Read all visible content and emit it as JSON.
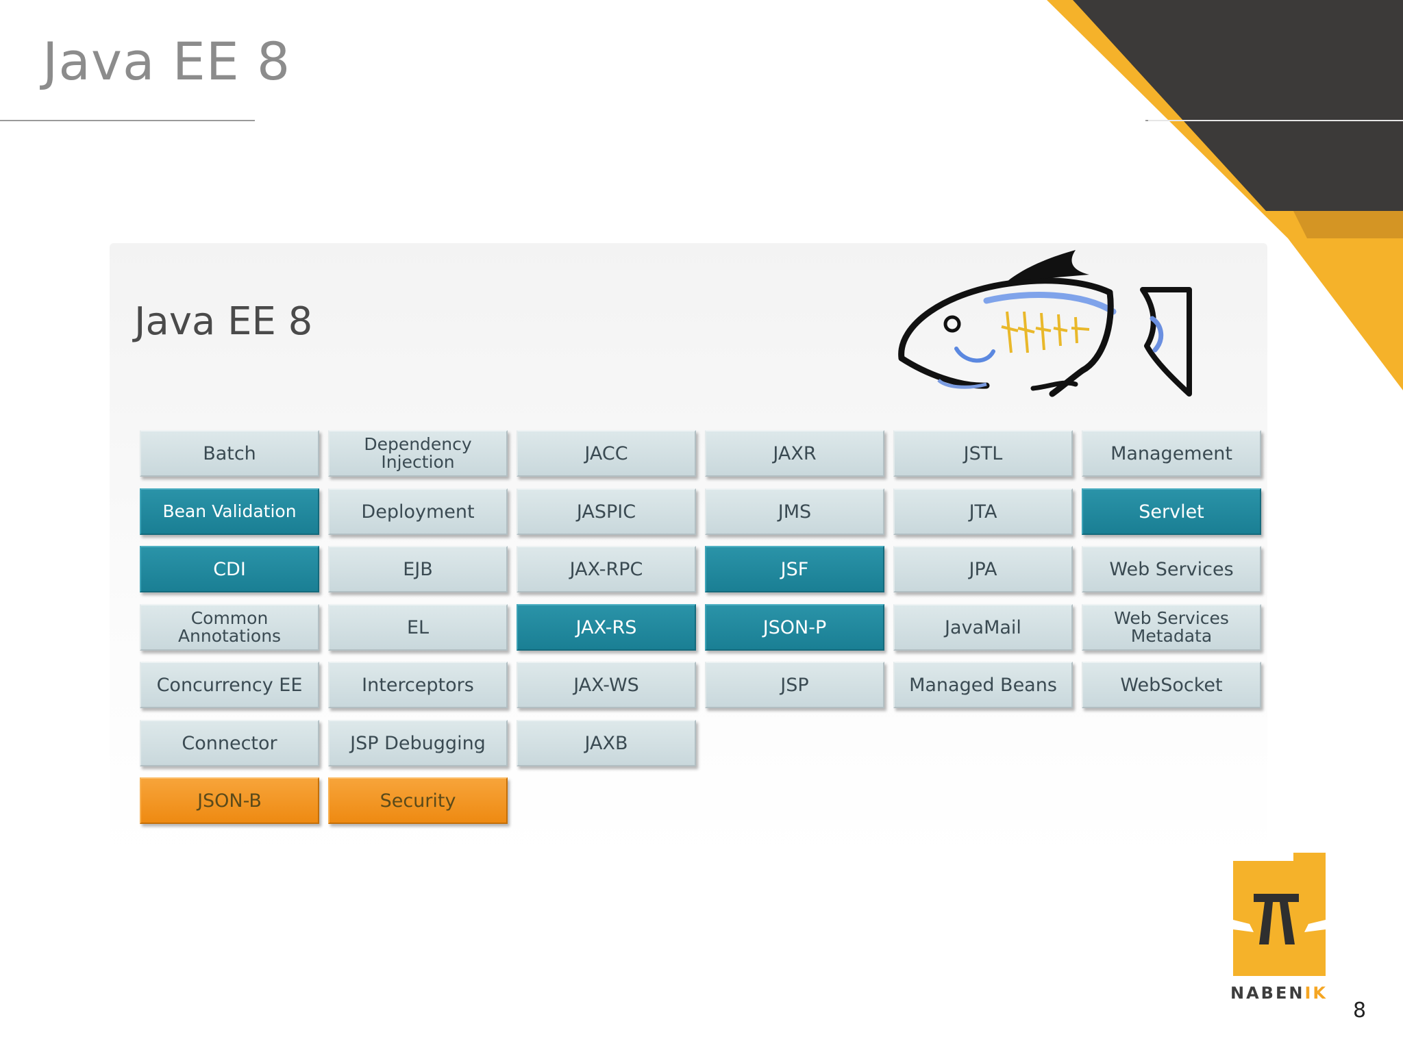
{
  "slide": {
    "title": "Java EE 8",
    "page_number": "8"
  },
  "embedded": {
    "title": "Java EE 8",
    "logo": "glassfish-fish-icon"
  },
  "grid": {
    "columns": [
      [
        {
          "label": "Batch",
          "style": "default"
        },
        {
          "label": "Bean Validation",
          "style": "teal"
        },
        {
          "label": "CDI",
          "style": "teal"
        },
        {
          "label": "Common Annotations",
          "style": "default"
        },
        {
          "label": "Concurrency EE",
          "style": "default"
        },
        {
          "label": "Connector",
          "style": "default"
        },
        {
          "label": "JSON-B",
          "style": "orange"
        }
      ],
      [
        {
          "label": "Dependency Injection",
          "style": "default"
        },
        {
          "label": "Deployment",
          "style": "default"
        },
        {
          "label": "EJB",
          "style": "default"
        },
        {
          "label": "EL",
          "style": "default"
        },
        {
          "label": "Interceptors",
          "style": "default"
        },
        {
          "label": "JSP Debugging",
          "style": "default"
        },
        {
          "label": "Security",
          "style": "orange"
        }
      ],
      [
        {
          "label": "JACC",
          "style": "default"
        },
        {
          "label": "JASPIC",
          "style": "default"
        },
        {
          "label": "JAX-RPC",
          "style": "default"
        },
        {
          "label": "JAX-RS",
          "style": "teal"
        },
        {
          "label": "JAX-WS",
          "style": "default"
        },
        {
          "label": "JAXB",
          "style": "default"
        }
      ],
      [
        {
          "label": "JAXR",
          "style": "default"
        },
        {
          "label": "JMS",
          "style": "default"
        },
        {
          "label": "JSF",
          "style": "teal"
        },
        {
          "label": "JSON-P",
          "style": "teal"
        },
        {
          "label": "JSP",
          "style": "default"
        }
      ],
      [
        {
          "label": "JSTL",
          "style": "default"
        },
        {
          "label": "JTA",
          "style": "default"
        },
        {
          "label": "JPA",
          "style": "default"
        },
        {
          "label": "JavaMail",
          "style": "default"
        },
        {
          "label": "Managed Beans",
          "style": "default"
        }
      ],
      [
        {
          "label": "Management",
          "style": "default"
        },
        {
          "label": "Servlet",
          "style": "teal"
        },
        {
          "label": "Web Services",
          "style": "default"
        },
        {
          "label": "Web Services Metadata",
          "style": "default"
        },
        {
          "label": "WebSocket",
          "style": "default"
        }
      ]
    ]
  },
  "brand": {
    "name_main": "NABEN",
    "name_accent": "IK",
    "logo_icon": "nabenik-logo-icon"
  },
  "colors": {
    "teal": "#1a7f94",
    "orange": "#ee8a12",
    "tile_default": "#cfdcdf",
    "corner_dark": "#3c3a39",
    "corner_yellow": "#f5b22a"
  }
}
